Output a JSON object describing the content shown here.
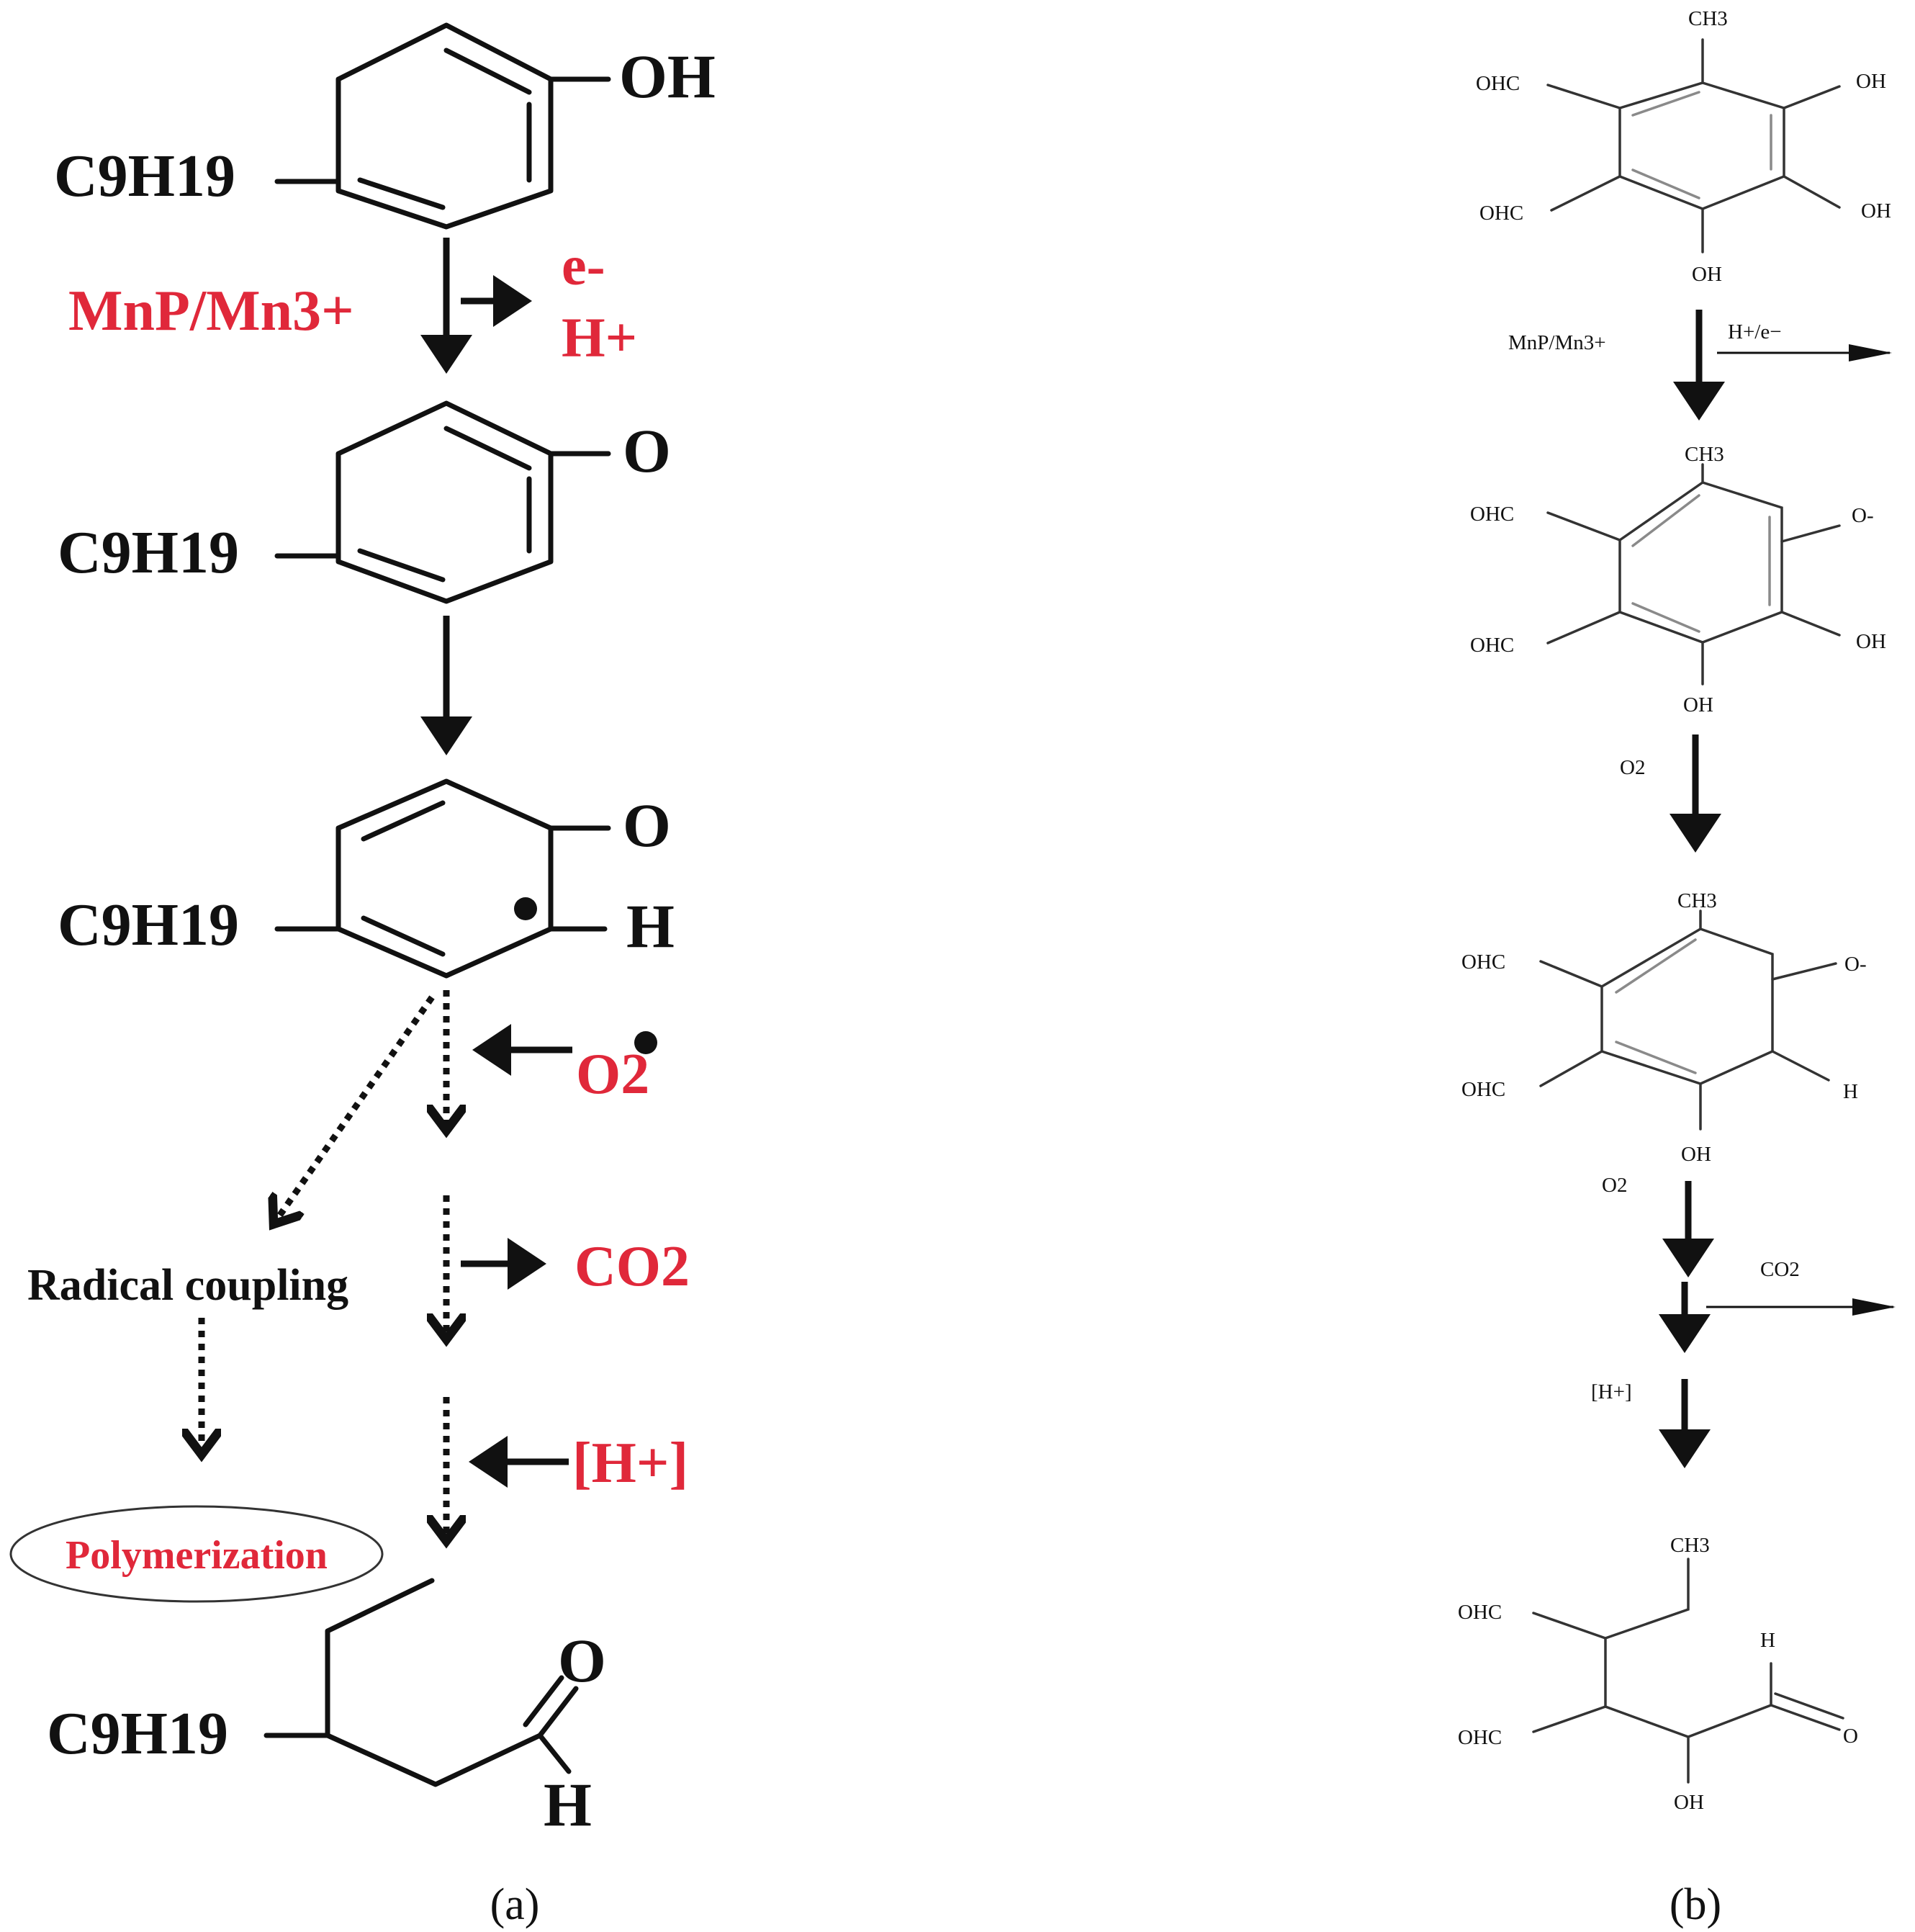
{
  "panel_a": {
    "caption": "(a)",
    "mol1": {
      "substituent": "C9H19",
      "group": "OH"
    },
    "step1": {
      "reagent": "MnP/Mn3+",
      "products": [
        "e-",
        "H+"
      ]
    },
    "mol2": {
      "substituent": "C9H19",
      "group": "O"
    },
    "mol3": {
      "substituent": "C9H19",
      "group_top": "O",
      "group_bottom": "H"
    },
    "step_o2": {
      "reagent": "O2"
    },
    "side_branch": {
      "label": "Radical coupling",
      "outcome": "Polymerization"
    },
    "step_co2": {
      "product": "CO2"
    },
    "step_h": {
      "reagent": "[H+]"
    },
    "product": {
      "substituent": "C9H19",
      "carbonyl_O": "O",
      "carbonyl_H": "H"
    }
  },
  "panel_b": {
    "caption": "(b)",
    "mol1": {
      "top": "CH3",
      "left_upper": "OHC",
      "left_lower": "OHC",
      "right_upper": "OH",
      "right_lower": "OH",
      "bottom": "OH"
    },
    "step1": {
      "reagent": "MnP/Mn3+",
      "product": "H+/e−"
    },
    "mol2": {
      "top": "CH3",
      "left_upper": "OHC",
      "left_lower": "OHC",
      "right_upper": "O-",
      "right_lower": "OH",
      "bottom": "OH"
    },
    "step2": {
      "reagent": "O2"
    },
    "mol3": {
      "top": "CH3",
      "left_upper": "OHC",
      "left_lower": "OHC",
      "right_upper": "O-",
      "right_lower": "H",
      "bottom": "OH"
    },
    "step3": {
      "reagent": "O2"
    },
    "step4": {
      "product": "CO2"
    },
    "step5": {
      "reagent": "[H+]"
    },
    "product": {
      "top": "CH3",
      "left_upper": "OHC",
      "left_lower": "OHC",
      "aldehyde_H": "H",
      "aldehyde_O": "O",
      "bottom": "OH"
    }
  }
}
